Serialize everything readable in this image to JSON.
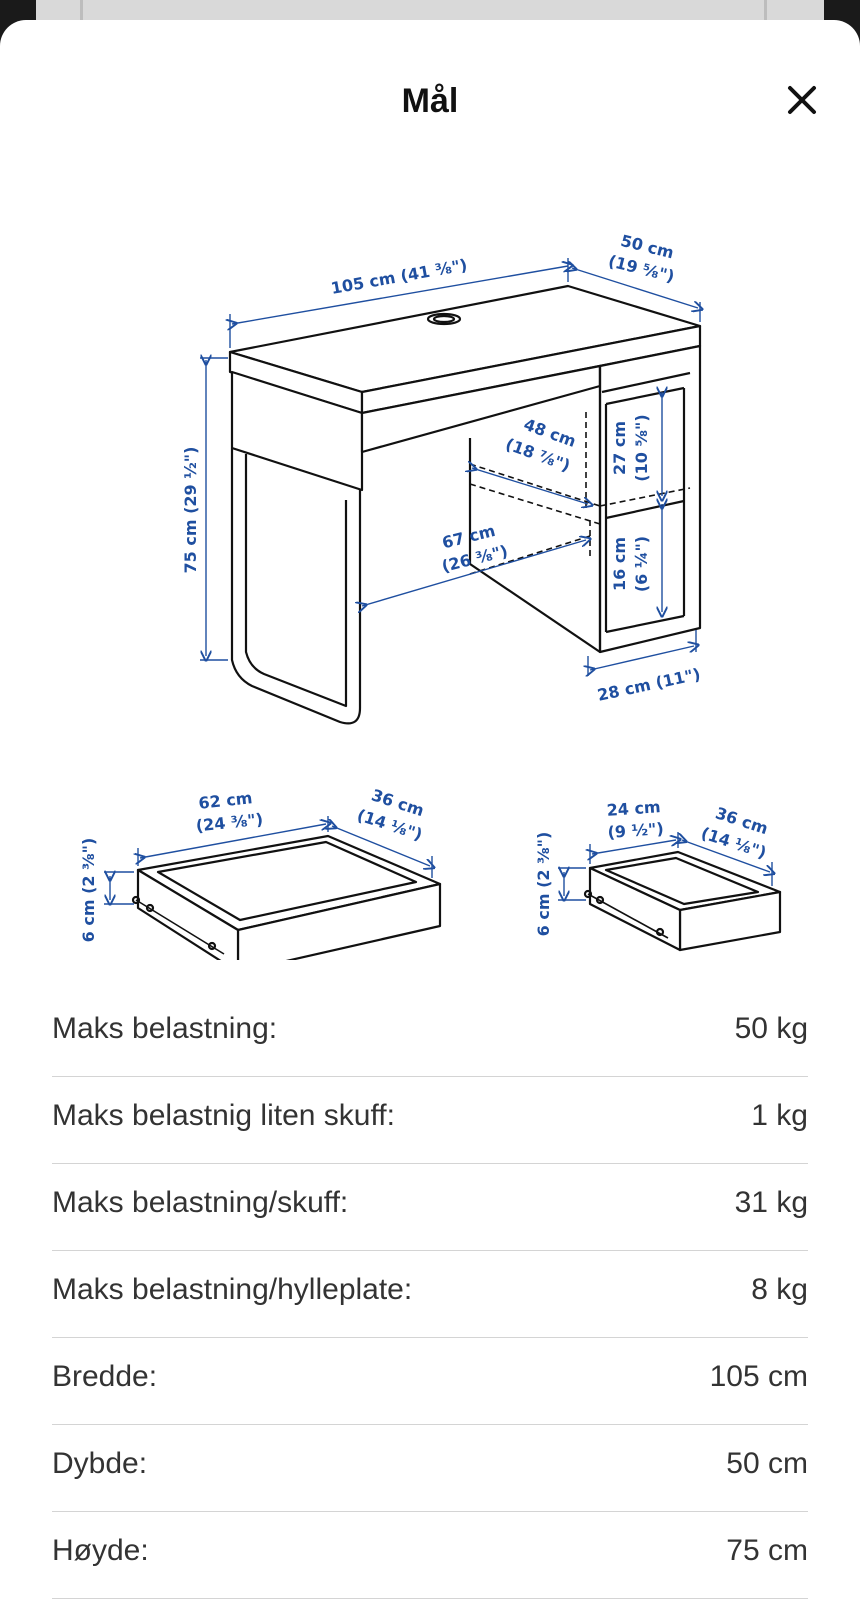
{
  "sheet": {
    "title": "Mål",
    "close_icon": "close-icon"
  },
  "diagram": {
    "desk": {
      "width": "105 cm (41 ⅜\")",
      "depth_cm": "50 cm",
      "depth_in": "(19 ⅝\")",
      "height": "75 cm (29 ½\")",
      "shelf_depth_cm": "48 cm",
      "shelf_depth_in": "(18 ⅞\")",
      "knee_width_cm": "67 cm",
      "knee_width_in": "(26 ⅜\")",
      "shelf_height_cm": "27 cm",
      "shelf_height_in": "(10 ⅝\")",
      "lower_height_cm": "16 cm",
      "lower_height_in": "(6 ¼\")",
      "cabinet_width": "28 cm (11\")"
    },
    "large_drawer": {
      "width_cm": "62 cm",
      "width_in": "(24 ⅜\")",
      "depth_cm": "36 cm",
      "depth_in": "(14 ⅛\")",
      "height": "6 cm (2 ⅜\")"
    },
    "small_drawer": {
      "width_cm": "24 cm",
      "width_in": "(9 ½\")",
      "depth_cm": "36 cm",
      "depth_in": "(14 ⅛\")",
      "height": "6 cm (2 ⅜\")"
    }
  },
  "specs": [
    {
      "label": "Maks belastning:",
      "value": "50 kg"
    },
    {
      "label": "Maks belastnig liten skuff:",
      "value": "1 kg"
    },
    {
      "label": "Maks belastning/skuff:",
      "value": "31 kg"
    },
    {
      "label": "Maks belastning/hylleplate:",
      "value": "8 kg"
    },
    {
      "label": "Bredde:",
      "value": "105 cm"
    },
    {
      "label": "Dybde:",
      "value": "50 cm"
    },
    {
      "label": "Høyde:",
      "value": "75 cm"
    }
  ],
  "colors": {
    "dimension_blue": "#1f4fa0",
    "line_black": "#111111",
    "divider": "#d4d4d4"
  }
}
